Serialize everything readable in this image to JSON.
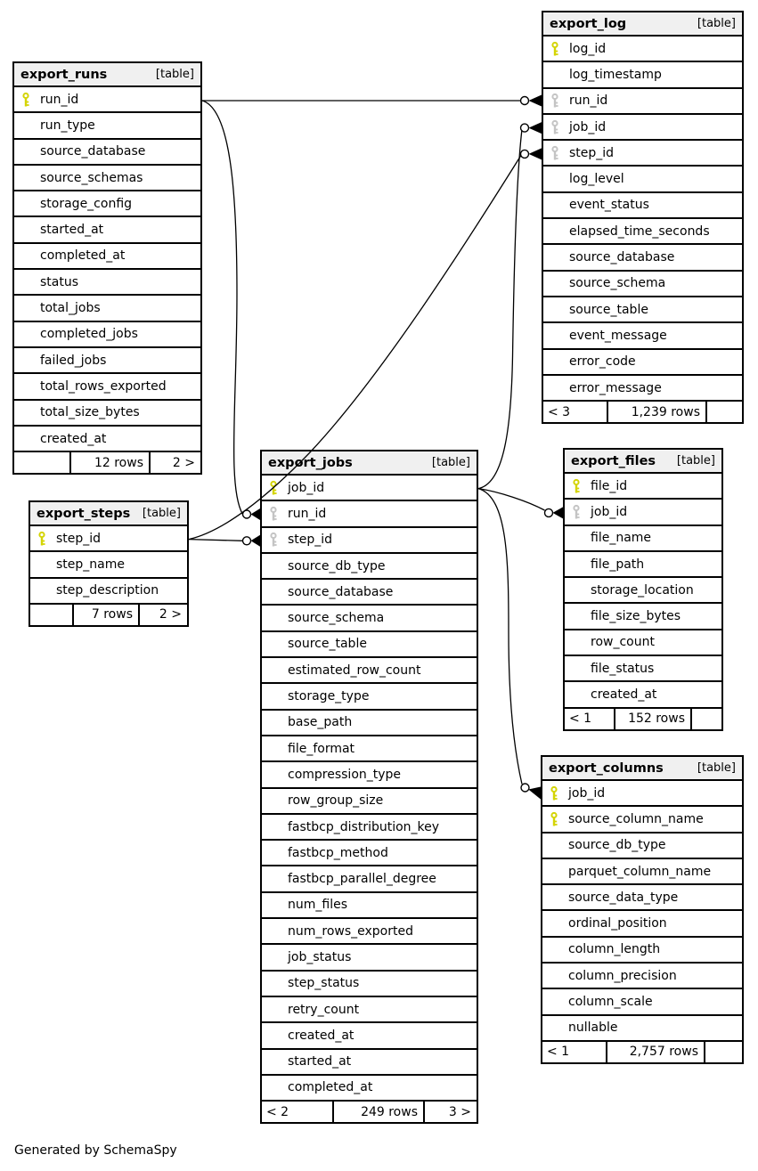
{
  "caption": "Generated by SchemaSpy",
  "colors": {
    "primary_key": "#d4d404",
    "foreign_key": "#c4c4c4",
    "header_bg": "#f0f0f0",
    "border": "#000000"
  },
  "tables": [
    {
      "name": "export_runs",
      "type_label": "[table]",
      "columns": [
        {
          "name": "run_id",
          "key": "pk"
        },
        {
          "name": "run_type"
        },
        {
          "name": "source_database"
        },
        {
          "name": "source_schemas"
        },
        {
          "name": "storage_config"
        },
        {
          "name": "started_at"
        },
        {
          "name": "completed_at"
        },
        {
          "name": "status"
        },
        {
          "name": "total_jobs"
        },
        {
          "name": "completed_jobs"
        },
        {
          "name": "failed_jobs"
        },
        {
          "name": "total_rows_exported"
        },
        {
          "name": "total_size_bytes"
        },
        {
          "name": "created_at"
        }
      ],
      "footer": {
        "left": "",
        "mid": "12 rows",
        "right": "2 >"
      }
    },
    {
      "name": "export_log",
      "type_label": "[table]",
      "columns": [
        {
          "name": "log_id",
          "key": "pk"
        },
        {
          "name": "log_timestamp"
        },
        {
          "name": "run_id",
          "key": "fk"
        },
        {
          "name": "job_id",
          "key": "fk"
        },
        {
          "name": "step_id",
          "key": "fk"
        },
        {
          "name": "log_level"
        },
        {
          "name": "event_status"
        },
        {
          "name": "elapsed_time_seconds"
        },
        {
          "name": "source_database"
        },
        {
          "name": "source_schema"
        },
        {
          "name": "source_table"
        },
        {
          "name": "event_message"
        },
        {
          "name": "error_code"
        },
        {
          "name": "error_message"
        }
      ],
      "footer": {
        "left": "< 3",
        "mid": "1,239 rows",
        "right": ""
      }
    },
    {
      "name": "export_steps",
      "type_label": "[table]",
      "columns": [
        {
          "name": "step_id",
          "key": "pk"
        },
        {
          "name": "step_name"
        },
        {
          "name": "step_description"
        }
      ],
      "footer": {
        "left": "",
        "mid": "7 rows",
        "right": "2 >"
      }
    },
    {
      "name": "export_jobs",
      "type_label": "[table]",
      "columns": [
        {
          "name": "job_id",
          "key": "pk"
        },
        {
          "name": "run_id",
          "key": "fk"
        },
        {
          "name": "step_id",
          "key": "fk"
        },
        {
          "name": "source_db_type"
        },
        {
          "name": "source_database"
        },
        {
          "name": "source_schema"
        },
        {
          "name": "source_table"
        },
        {
          "name": "estimated_row_count"
        },
        {
          "name": "storage_type"
        },
        {
          "name": "base_path"
        },
        {
          "name": "file_format"
        },
        {
          "name": "compression_type"
        },
        {
          "name": "row_group_size"
        },
        {
          "name": "fastbcp_distribution_key"
        },
        {
          "name": "fastbcp_method"
        },
        {
          "name": "fastbcp_parallel_degree"
        },
        {
          "name": "num_files"
        },
        {
          "name": "num_rows_exported"
        },
        {
          "name": "job_status"
        },
        {
          "name": "step_status"
        },
        {
          "name": "retry_count"
        },
        {
          "name": "created_at"
        },
        {
          "name": "started_at"
        },
        {
          "name": "completed_at"
        }
      ],
      "footer": {
        "left": "< 2",
        "mid": "249 rows",
        "right": "3 >"
      }
    },
    {
      "name": "export_files",
      "type_label": "[table]",
      "columns": [
        {
          "name": "file_id",
          "key": "pk"
        },
        {
          "name": "job_id",
          "key": "fk"
        },
        {
          "name": "file_name"
        },
        {
          "name": "file_path"
        },
        {
          "name": "storage_location"
        },
        {
          "name": "file_size_bytes"
        },
        {
          "name": "row_count"
        },
        {
          "name": "file_status"
        },
        {
          "name": "created_at"
        }
      ],
      "footer": {
        "left": "< 1",
        "mid": "152 rows",
        "right": ""
      }
    },
    {
      "name": "export_columns",
      "type_label": "[table]",
      "columns": [
        {
          "name": "job_id",
          "key": "pk"
        },
        {
          "name": "source_column_name",
          "key": "pk"
        },
        {
          "name": "source_db_type"
        },
        {
          "name": "parquet_column_name"
        },
        {
          "name": "source_data_type"
        },
        {
          "name": "ordinal_position"
        },
        {
          "name": "column_length"
        },
        {
          "name": "column_precision"
        },
        {
          "name": "column_scale"
        },
        {
          "name": "nullable"
        }
      ],
      "footer": {
        "left": "< 1",
        "mid": "2,757 rows",
        "right": ""
      }
    }
  ],
  "relationships": [
    {
      "from": "export_runs.run_id",
      "to": "export_log.run_id"
    },
    {
      "from": "export_runs.run_id",
      "to": "export_jobs.run_id"
    },
    {
      "from": "export_steps.step_id",
      "to": "export_jobs.step_id"
    },
    {
      "from": "export_steps.step_id",
      "to": "export_log.step_id"
    },
    {
      "from": "export_jobs.job_id",
      "to": "export_log.job_id"
    },
    {
      "from": "export_jobs.job_id",
      "to": "export_files.job_id"
    },
    {
      "from": "export_jobs.job_id",
      "to": "export_columns.job_id"
    }
  ]
}
